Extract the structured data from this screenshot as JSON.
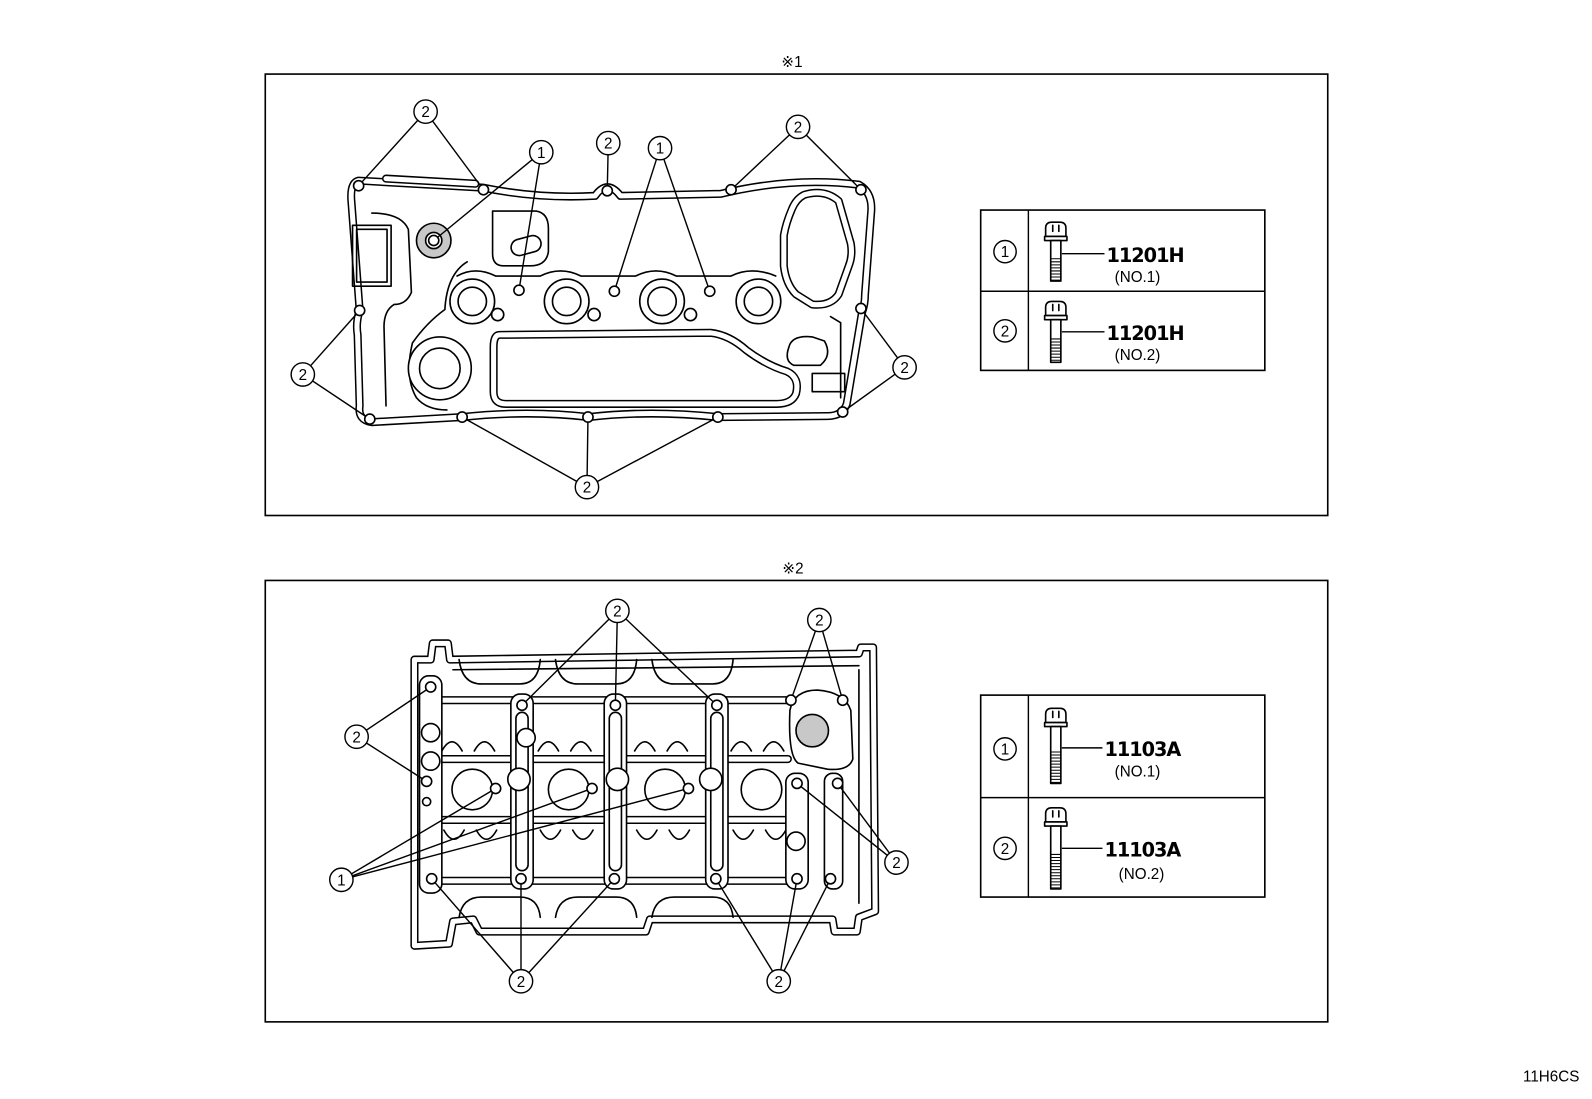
{
  "panels": [
    {
      "mark": "※1",
      "callouts": [
        "2",
        "1",
        "2",
        "1",
        "2",
        "2",
        "2",
        "2"
      ],
      "legend": [
        {
          "marker": "1",
          "part": "11201H",
          "note": "(NO.1)"
        },
        {
          "marker": "2",
          "part": "11201H",
          "note": "(NO.2)"
        }
      ]
    },
    {
      "mark": "※2",
      "callouts": [
        "2",
        "2",
        "2",
        "1",
        "2",
        "2",
        "2"
      ],
      "legend": [
        {
          "marker": "1",
          "part": "11103A",
          "note": "(NO.1)"
        },
        {
          "marker": "2",
          "part": "11103A",
          "note": "(NO.2)"
        }
      ]
    }
  ],
  "footer_code": "11H6CS"
}
